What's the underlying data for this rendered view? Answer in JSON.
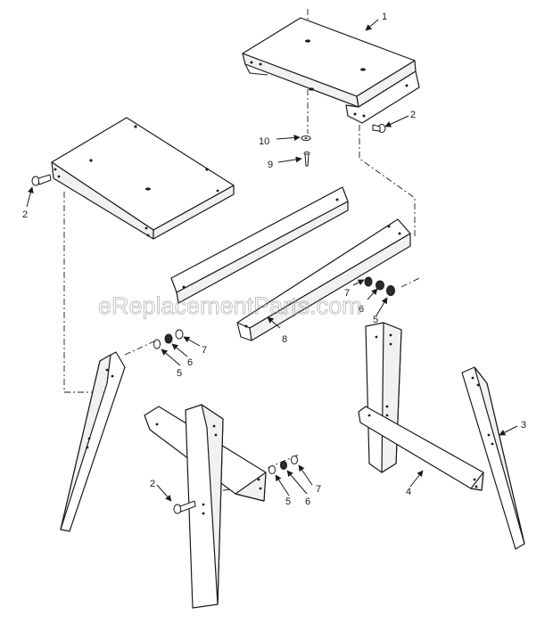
{
  "watermark": "eReplacementParts.com",
  "callouts": {
    "c1": "1",
    "c2a": "2",
    "c2b": "2",
    "c2c": "2",
    "c3": "3",
    "c4": "4",
    "c5a": "5",
    "c5b": "5",
    "c5c": "5",
    "c6a": "6",
    "c6b": "6",
    "c6c": "6",
    "c7a": "7",
    "c7b": "7",
    "c7c": "7",
    "c8": "8",
    "c9": "9",
    "c10": "10"
  },
  "colors": {
    "line": "#1a1a1a",
    "watermark": "#9a9a9a",
    "background": "#ffffff"
  }
}
